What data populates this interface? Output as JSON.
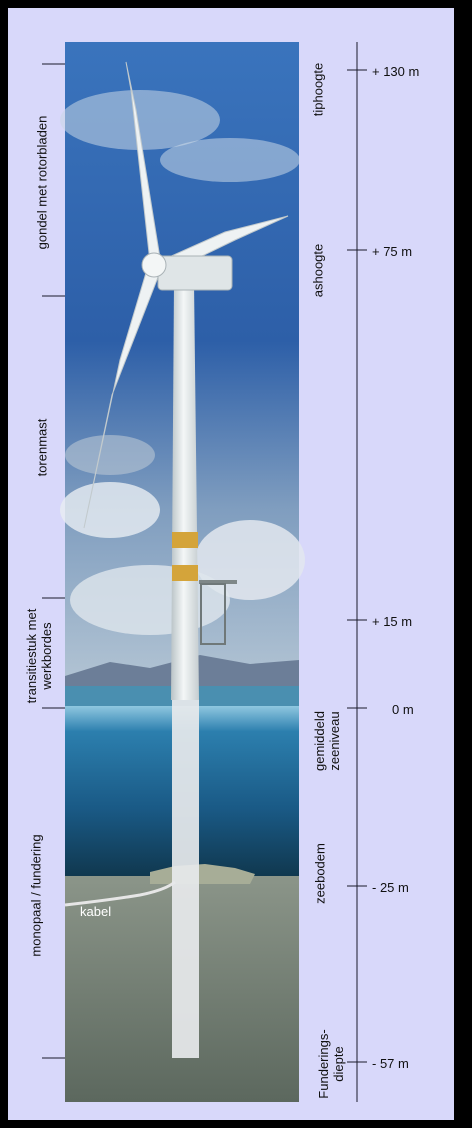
{
  "left_labels": {
    "rotor": "gondel met rotorbladen",
    "tower": "torenmast",
    "transition_line1": "transitiestuk  met",
    "transition_line2": "werkbordes",
    "foundation": "monopaal / fundering"
  },
  "right_labels": {
    "tip": "tiphoogte",
    "hub": "ashoogte",
    "sea_line1": "gemiddeld",
    "sea_line2": "zeeniveau",
    "seabed": "zeebodem",
    "depth_line1": "Funderings-",
    "depth_line2": "diepte"
  },
  "heights": {
    "tip": "+ 130 m",
    "hub": "+ 75 m",
    "platform": "+ 15 m",
    "sea": "0 m",
    "seabed": "- 25 m",
    "depth": "- 57 m"
  },
  "cable_label": "kabel",
  "colors": {
    "panel": "#d8d8fa",
    "sky": "#2f67b0",
    "sea": "#1d5d8a",
    "seabed": "#6e7a70",
    "tower": "#e9efef",
    "band": "#d8a838"
  }
}
